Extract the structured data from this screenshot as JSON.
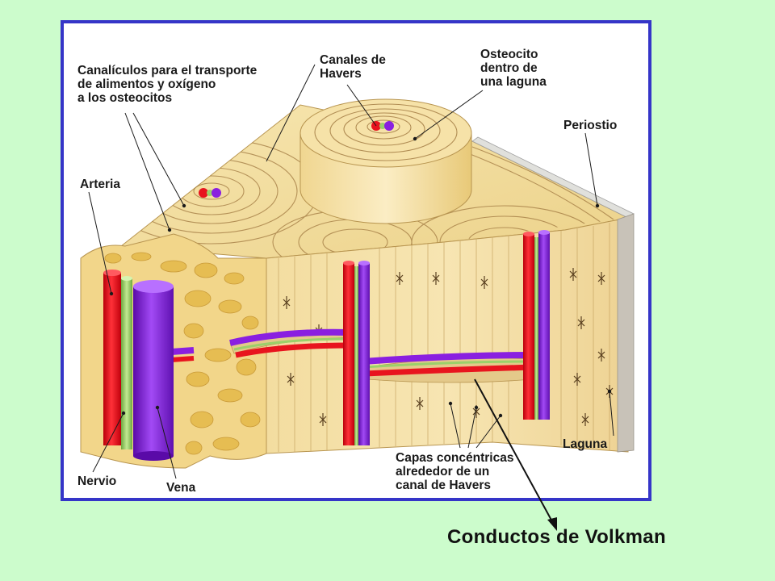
{
  "labels": {
    "canaliculos": [
      "Canalículos para el transporte",
      "de alimentos y oxígeno",
      "a los osteocitos"
    ],
    "canales_havers": [
      "Canales de",
      "Havers"
    ],
    "osteocito": [
      "Osteocito",
      "dentro de",
      "una laguna"
    ],
    "periostio": "Periostio",
    "arteria": "Arteria",
    "laguna": "Laguna",
    "capas": [
      "Capas concéntricas",
      "alrededor de un",
      "canal de Havers"
    ],
    "nervio": "Nervio",
    "vena": "Vena"
  },
  "caption": "Conductos de Volkman",
  "colors": {
    "background": "#ccfccc",
    "frame_border": "#3535c8",
    "bone": "#f4dfa0",
    "artery": "#e8141e",
    "vein": "#8a1fe0",
    "nerve": "#9bd06a"
  }
}
